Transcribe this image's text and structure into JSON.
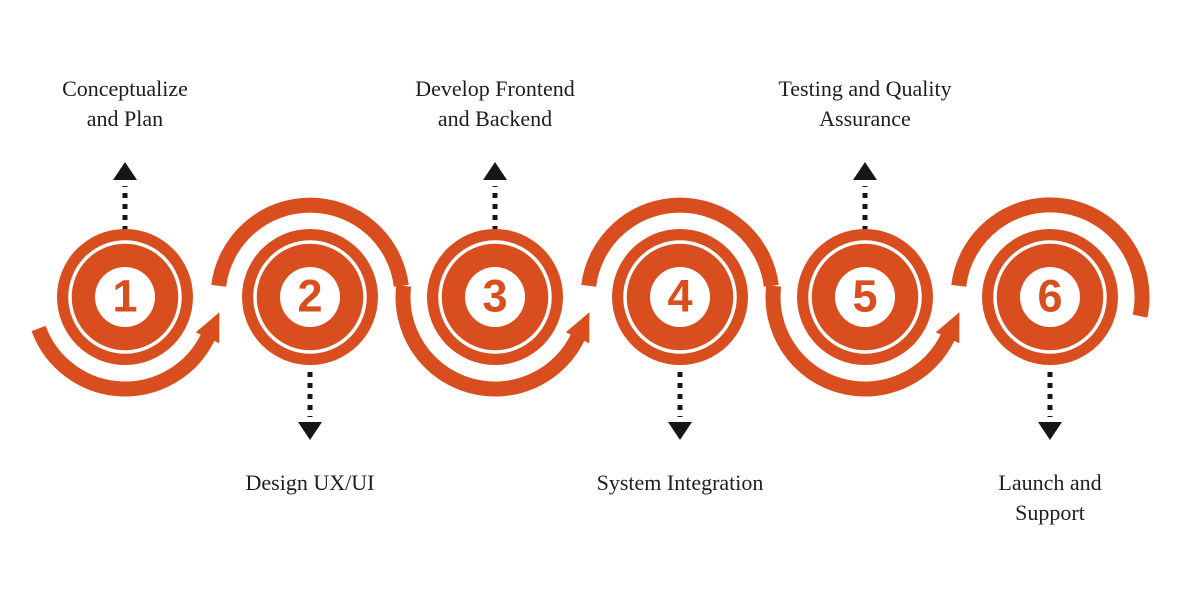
{
  "diagram": {
    "type": "process-flow-infographic",
    "accent_color": "#D94E1E",
    "arrow_color": "#161616",
    "text_color": "#1E1E1E",
    "background_color": "#FFFFFF",
    "steps": [
      {
        "number": "1",
        "label": "Conceptualize and Plan",
        "label_lines": [
          "Conceptualize",
          "and Plan"
        ],
        "label_position": "top",
        "arrow_direction": "up"
      },
      {
        "number": "2",
        "label": "Design UX/UI",
        "label_lines": [
          "Design UX/UI"
        ],
        "label_position": "bottom",
        "arrow_direction": "down"
      },
      {
        "number": "3",
        "label": "Develop Frontend and Backend",
        "label_lines": [
          "Develop Frontend",
          "and Backend"
        ],
        "label_position": "top",
        "arrow_direction": "up"
      },
      {
        "number": "4",
        "label": "System Integration",
        "label_lines": [
          "System Integration"
        ],
        "label_position": "bottom",
        "arrow_direction": "down"
      },
      {
        "number": "5",
        "label": "Testing and Quality Assurance",
        "label_lines": [
          "Testing and Quality",
          "Assurance"
        ],
        "label_position": "top",
        "arrow_direction": "up"
      },
      {
        "number": "6",
        "label": "Launch and Support",
        "label_lines": [
          "Launch and",
          "Support"
        ],
        "label_position": "bottom",
        "arrow_direction": "down"
      }
    ]
  }
}
